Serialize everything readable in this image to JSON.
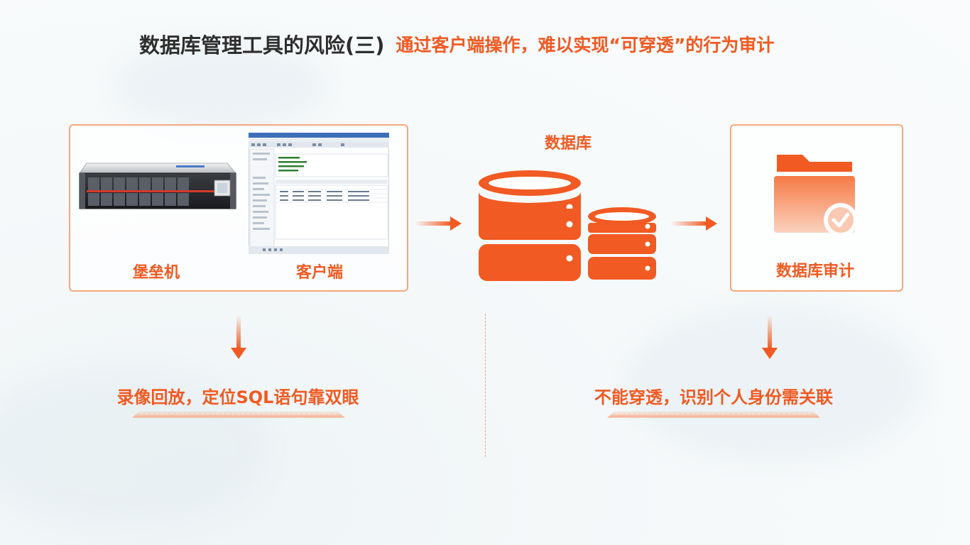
{
  "title": {
    "main": "数据库管理工具的风险(三)",
    "sub": "通过客户端操作，难以实现“可穿透”的行为审计"
  },
  "flow": {
    "bastion_label": "堡垒机",
    "client_label": "客户端",
    "database_label": "数据库",
    "audit_label": "数据库审计"
  },
  "outcomes": {
    "left": "录像回放，定位SQL语句靠双眼",
    "right": "不能穿透，识别个人身份需关联"
  },
  "colors": {
    "accent": "#f15a22",
    "border": "#f5a77c",
    "title_text": "#2e2e2e"
  },
  "icons": [
    "server-icon",
    "client-screenshot-icon",
    "database-icon",
    "audit-folder-icon",
    "arrow-right-icon",
    "arrow-down-icon"
  ]
}
